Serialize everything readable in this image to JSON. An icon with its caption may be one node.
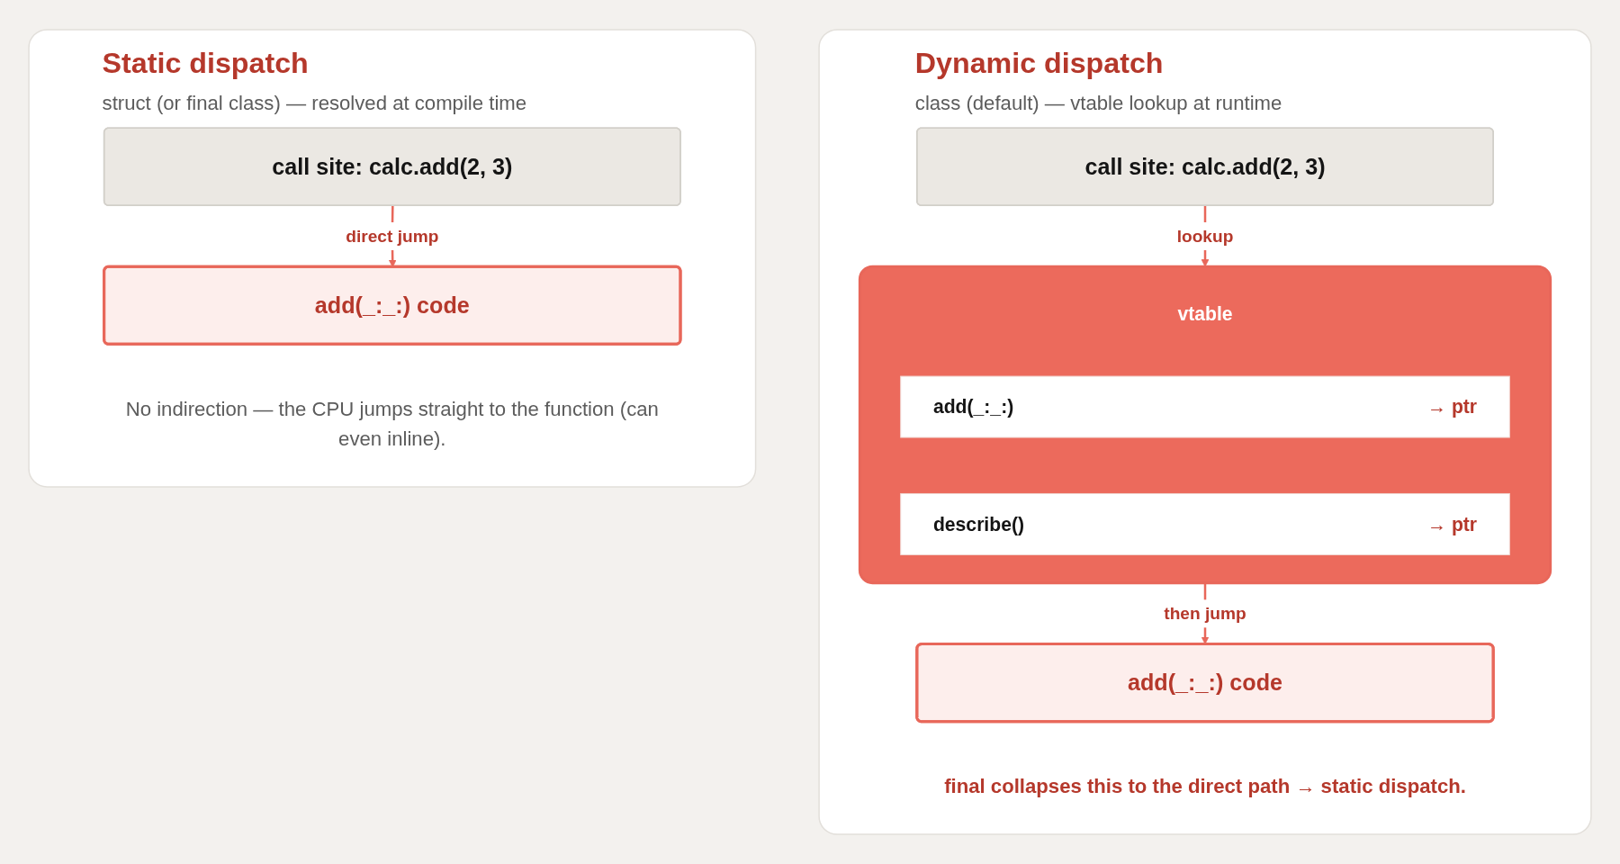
{
  "diagram": {
    "nodes": [
      {
        "text": [
          "Static dispatch",
          "struct (or final class) — resolved at compile time"
        ]
      },
      {
        "text": [
          "call site: calc.add(2, 3)"
        ],
        "in": 0
      },
      {
        "text": [
          "add(_:_:) code"
        ],
        "in": 0,
        "beside": [
          "No indirection — the CPU jumps straight to the function (can even inline)."
        ]
      },
      {
        "text": [
          "Dynamic dispatch",
          "class (default) — vtable lookup at runtime"
        ]
      },
      {
        "text": [
          "call site: calc.add(2, 3)"
        ],
        "in": 3
      },
      {
        "text": [
          "vtable"
        ],
        "in": 3
      },
      {
        "text": [
          "add(_:_:)",
          "→ ptr"
        ],
        "in": 5
      },
      {
        "text": [
          "describe()",
          "→ ptr"
        ],
        "in": 5
      },
      {
        "text": [
          "add(_:_:) code"
        ],
        "in": 3,
        "beside": [
          "final collapses this to the direct path → static dispatch."
        ]
      }
    ],
    "edges": [
      {
        "from": 1,
        "to": 2,
        "arrow": "to",
        "label": "direct jump"
      },
      {
        "from": 4,
        "to": 5,
        "arrow": "to",
        "label": "lookup"
      },
      {
        "from": 5,
        "to": 8,
        "arrow": "to",
        "label": "then jump"
      }
    ]
  }
}
